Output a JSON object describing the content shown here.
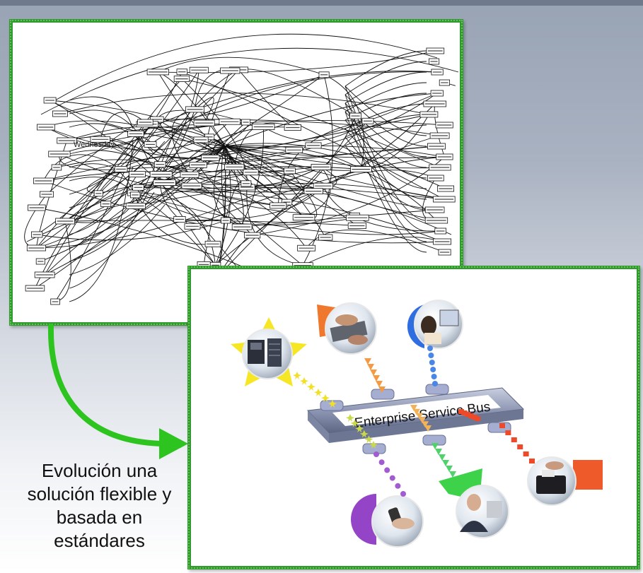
{
  "caption": {
    "line1": "Evolución una",
    "line2": "solución flexible y",
    "line3": "basada en",
    "line4": "estándares"
  },
  "legacy_diagram": {
    "overlay_label": "Wednesday"
  },
  "esb_diagram": {
    "bus_label": "Enterprise Service Bus"
  },
  "colors": {
    "panel_border": "#2f9a2f",
    "arrow": "#2ec41f",
    "bus": "#9aa3bd"
  }
}
